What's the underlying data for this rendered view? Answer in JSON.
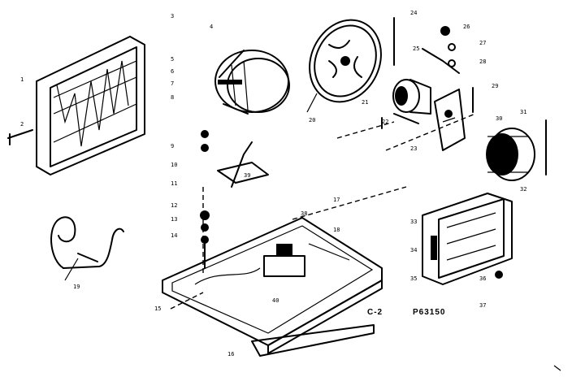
{
  "diagram": {
    "caption_code": "C-2",
    "caption_number": "P63150",
    "part_labels": [
      "1",
      "2",
      "3",
      "4",
      "5",
      "6",
      "7",
      "8",
      "9",
      "10",
      "11",
      "12",
      "13",
      "14",
      "15",
      "16",
      "17",
      "18",
      "19",
      "20",
      "21",
      "22",
      "23",
      "24",
      "25",
      "26",
      "27",
      "28",
      "29",
      "30",
      "31",
      "32",
      "33",
      "34",
      "35",
      "36",
      "37",
      "38",
      "39",
      "40"
    ]
  }
}
